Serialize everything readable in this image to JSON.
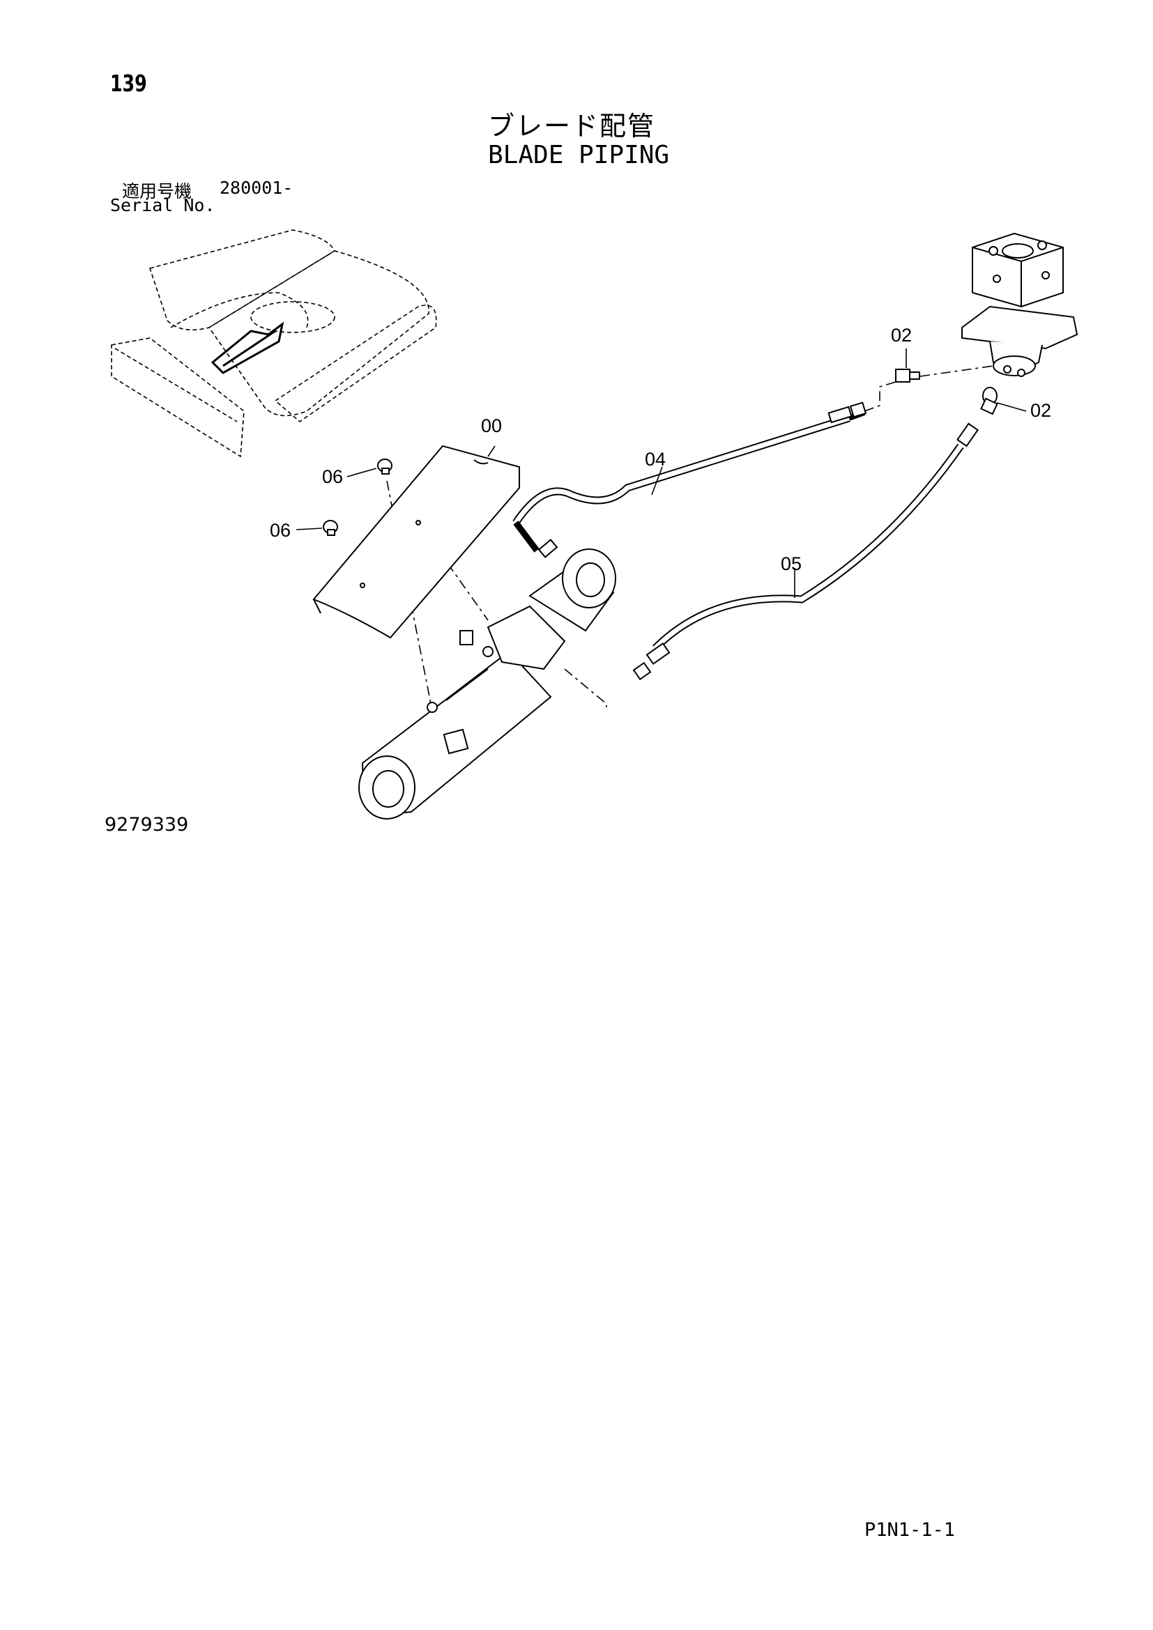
{
  "header": {
    "page_number": "139",
    "title_jp": "ブレード配管",
    "title_en": "BLADE PIPING",
    "serial_label_jp": "適用号機",
    "serial_range": "280001-",
    "serial_label_en": "Serial No."
  },
  "callouts": {
    "c00": "00",
    "c02a": "02",
    "c02b": "02",
    "c04": "04",
    "c05": "05",
    "c06a": "06",
    "c06b": "06"
  },
  "footer": {
    "drawing_number": "9279339",
    "page_code": "P1N1-1-1"
  }
}
